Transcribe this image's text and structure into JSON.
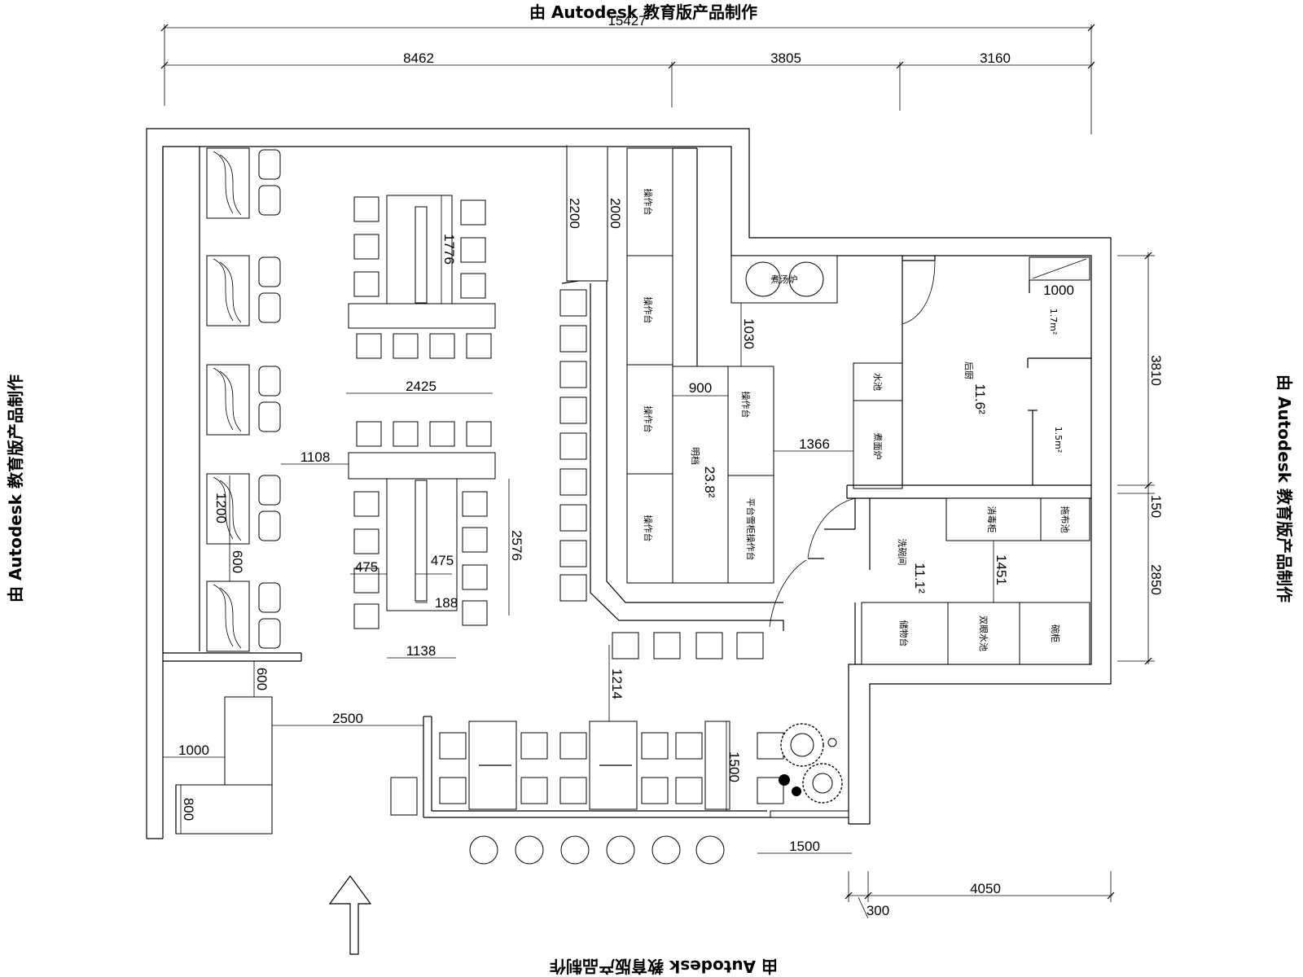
{
  "watermark": {
    "top": "由 Autodesk 教育版产品制作",
    "bottom": "由 Autodesk 教育版产品制作",
    "left": "由 Autodesk 教育版产品制作",
    "right": "由 Autodesk 教育版产品制作"
  },
  "dimensions": {
    "total_top": "15427",
    "seg_1": "8462",
    "seg_2": "3805",
    "seg_3": "3160",
    "d2200": "2200",
    "d2000": "2000",
    "d1776": "1776",
    "d2425": "2425",
    "d1108": "1108",
    "d1200": "1200",
    "d600a": "600",
    "d600b": "600",
    "d2576": "2576",
    "d475a": "475",
    "d475b": "475",
    "d188": "188",
    "d1138": "1138",
    "d1030": "1030",
    "d900": "900",
    "d1366": "1366",
    "d1000a": "1000",
    "d1000b": "1000",
    "d3810": "3810",
    "d150": "150",
    "d2850": "2850",
    "d1451": "1451",
    "d1214": "1214",
    "d2500": "2500",
    "d800": "800",
    "d1500a": "1500",
    "d1500b": "1500",
    "d4050": "4050",
    "d300": "300"
  },
  "rooms": {
    "kitchen_label": "后厨",
    "kitchen_area": "11.6²",
    "bar_label": "明档",
    "bar_area": "23.8²",
    "wash_label": "洗碗间",
    "wash_area": "11.1²"
  },
  "fixtures": {
    "prep1": "操作台",
    "prep2": "操作台",
    "prep3": "操作台",
    "prep4": "操作台",
    "prep5": "操作台",
    "fridge_prep": "平台雪柜操作台",
    "boiler": "煮汤炉",
    "sink": "水池",
    "noodle_stove": "煮面炉",
    "storage_a": "1.7m²",
    "storage_b": "1.5m²",
    "sterilizer": "消毒柜",
    "mop_sink": "拖布池",
    "shelf": "储物台",
    "double_sink": "双眼水池",
    "bowl_cabinet": "碗柜"
  }
}
